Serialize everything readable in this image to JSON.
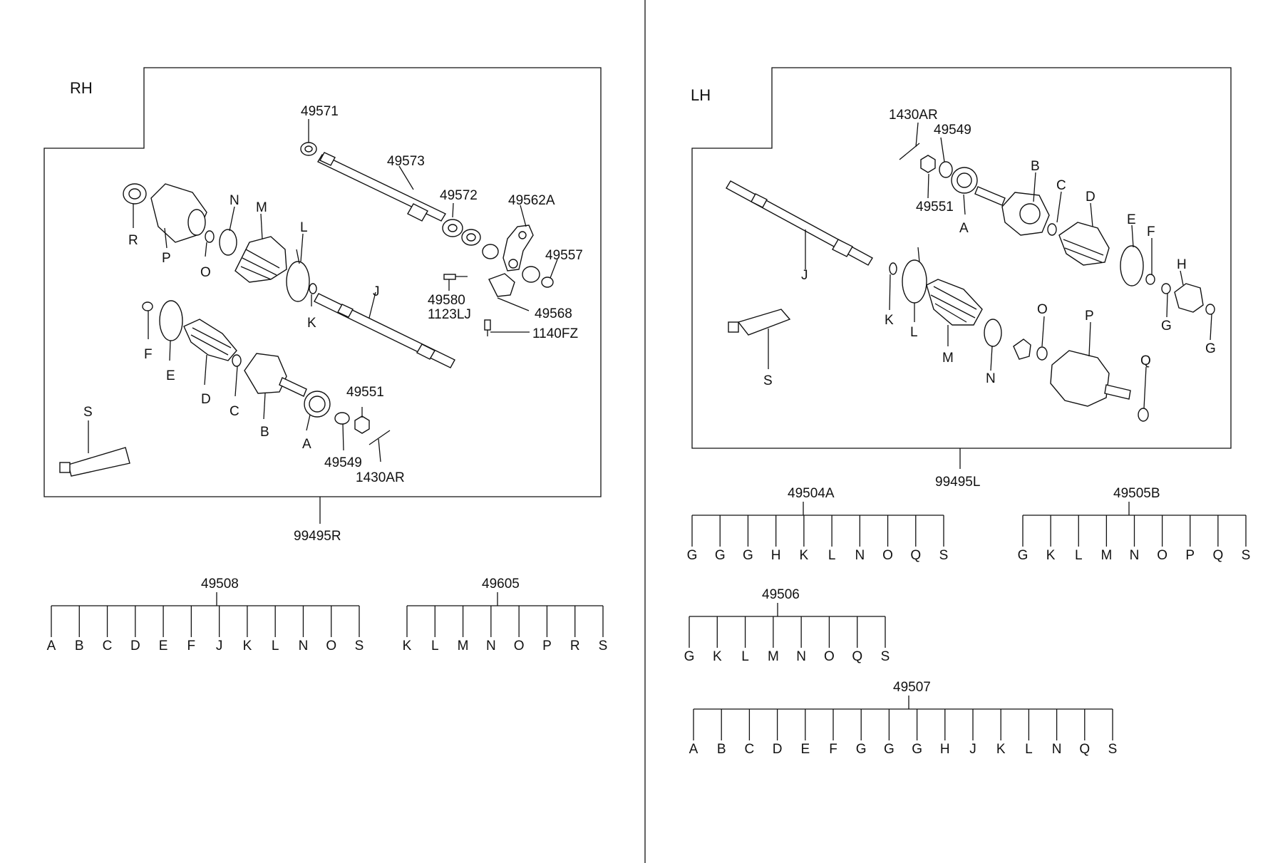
{
  "panels": {
    "rh": {
      "side_label": "RH",
      "assembly": "99495R",
      "parts": [
        "49571",
        "49573",
        "49572",
        "49562A",
        "49557",
        "49580",
        "1123LJ",
        "49568",
        "1140FZ",
        "J",
        "R",
        "P",
        "O",
        "N",
        "M",
        "L",
        "K",
        "F",
        "E",
        "D",
        "C",
        "B",
        "A",
        "49551",
        "49549",
        "1430AR",
        "S"
      ]
    },
    "lh": {
      "side_label": "LH",
      "assembly": "99495L",
      "parts": [
        "1430AR",
        "49549",
        "49551",
        "A",
        "B",
        "C",
        "D",
        "E",
        "F",
        "H",
        "G",
        "G",
        "J",
        "K",
        "L",
        "M",
        "N",
        "O",
        "P",
        "Q",
        "S"
      ]
    }
  },
  "kits": [
    {
      "code": "49508",
      "items": [
        "A",
        "B",
        "C",
        "D",
        "E",
        "F",
        "J",
        "K",
        "L",
        "N",
        "O",
        "S"
      ]
    },
    {
      "code": "49605",
      "items": [
        "K",
        "L",
        "M",
        "N",
        "O",
        "P",
        "R",
        "S"
      ]
    },
    {
      "code": "49504A",
      "items": [
        "G",
        "G",
        "G",
        "H",
        "K",
        "L",
        "N",
        "O",
        "Q",
        "S"
      ]
    },
    {
      "code": "49505B",
      "items": [
        "G",
        "K",
        "L",
        "M",
        "N",
        "O",
        "P",
        "Q",
        "S"
      ]
    },
    {
      "code": "49506",
      "items": [
        "G",
        "K",
        "L",
        "M",
        "N",
        "O",
        "Q",
        "S"
      ]
    },
    {
      "code": "49507",
      "items": [
        "A",
        "B",
        "C",
        "D",
        "E",
        "F",
        "G",
        "G",
        "G",
        "H",
        "J",
        "K",
        "L",
        "N",
        "Q",
        "S"
      ]
    }
  ]
}
